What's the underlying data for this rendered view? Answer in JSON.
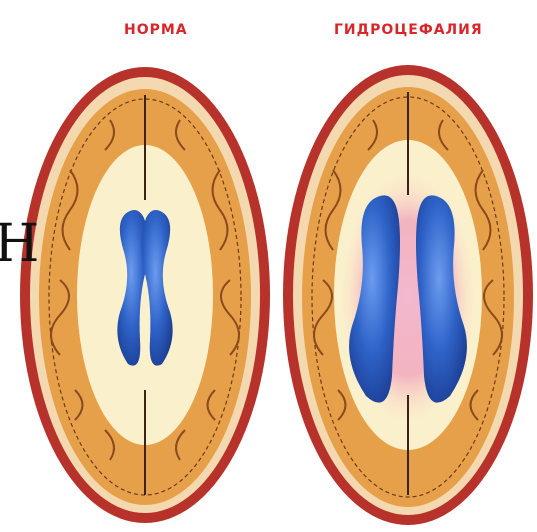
{
  "labels": {
    "left_caption": "НОРМА",
    "right_caption": "ГИДРОЦЕФАЛИЯ",
    "edge_glyph": "Н"
  },
  "colors": {
    "scalp": "#b8322c",
    "skull": "#f3d8b0",
    "cortex": "#e7a04a",
    "white_matter": "#fbf0cc",
    "ventricle": "#2f63c8",
    "edema": "#f08fb6",
    "caption": "#d8262a"
  }
}
